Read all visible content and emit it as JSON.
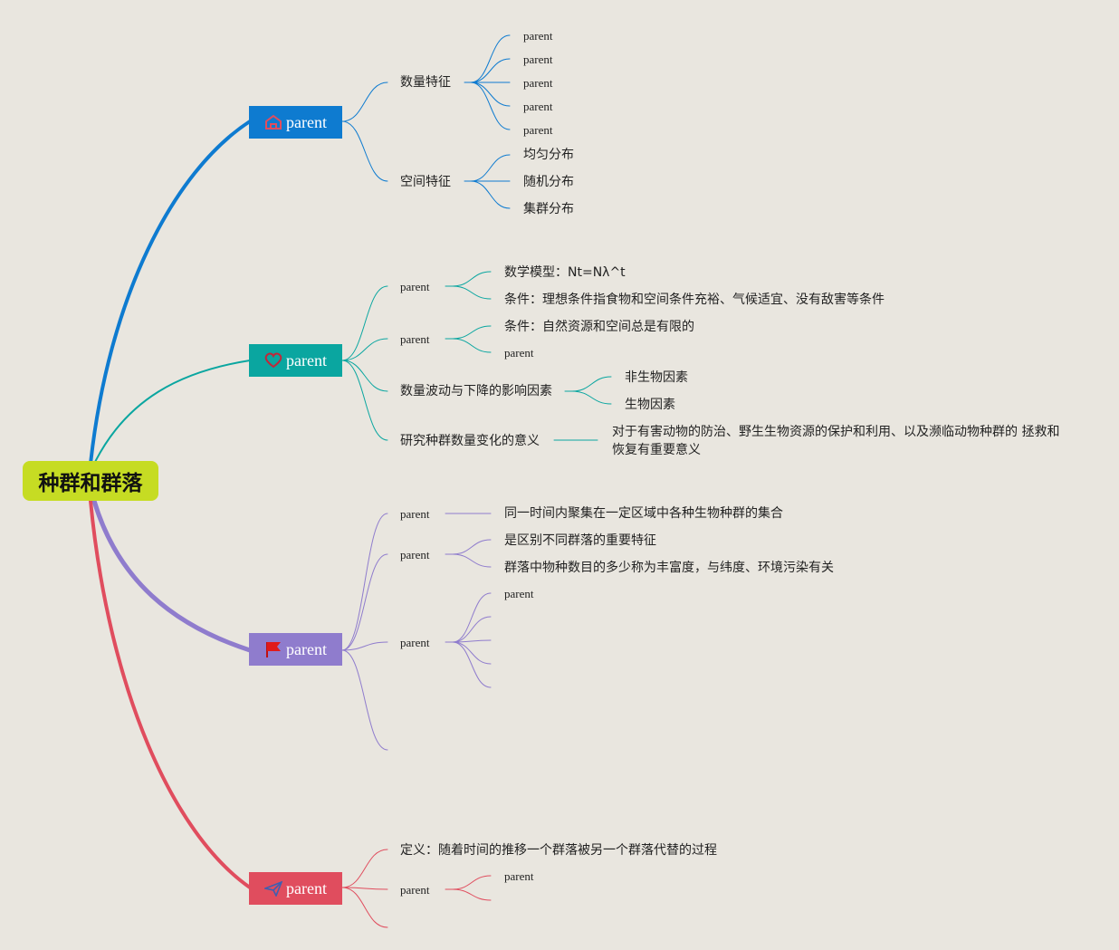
{
  "root": {
    "label": "种群和群落"
  },
  "colors": {
    "blue": "#0e7bd0",
    "teal": "#0aa6a0",
    "purple": "#8f7ccd",
    "red": "#e04d5e",
    "root": "#c6dc23"
  },
  "branches": [
    {
      "label": "parent",
      "icon": "house-icon",
      "children": [
        {
          "label": "数量特征",
          "children": [
            "parent",
            "parent",
            "parent",
            "parent",
            "parent"
          ]
        },
        {
          "label": "空间特征",
          "children": [
            "均匀分布",
            "随机分布",
            "集群分布"
          ]
        }
      ]
    },
    {
      "label": "parent",
      "icon": "heart-icon",
      "children": [
        {
          "label": "parent",
          "children": [
            "数学模型：Nt=Nλ^t",
            "条件：理想条件指食物和空间条件充裕、气候适宜、没有敌害等条件"
          ]
        },
        {
          "label": "parent",
          "children": [
            "条件：自然资源和空间总是有限的",
            "parent"
          ]
        },
        {
          "label": "数量波动与下降的影响因素",
          "children": [
            "非生物因素",
            "生物因素"
          ]
        },
        {
          "label": "研究种群数量变化的意义",
          "children": [
            "对于有害动物的防治、野生生物资源的保护和利用、以及濒临动物种群的 拯救和",
            "恢复有重要意义"
          ]
        }
      ]
    },
    {
      "label": "parent",
      "icon": "flag-icon",
      "children": [
        {
          "label": "parent",
          "children": [
            "同一时间内聚集在一定区域中各种生物种群的集合"
          ]
        },
        {
          "label": "parent",
          "children": [
            "是区别不同群落的重要特征",
            "群落中物种数目的多少称为丰富度，与纬度、环境污染有关"
          ]
        },
        {
          "label": "parent",
          "children": [
            "parent",
            "",
            "",
            "",
            ""
          ]
        },
        {
          "label": "",
          "children": []
        }
      ]
    },
    {
      "label": "parent",
      "icon": "paper-plane-icon",
      "children": [
        {
          "label": "定义：随着时间的推移一个群落被另一个群落代替的过程",
          "children": []
        },
        {
          "label": "parent",
          "children": [
            "parent",
            ""
          ]
        },
        {
          "label": "",
          "children": []
        }
      ]
    }
  ]
}
